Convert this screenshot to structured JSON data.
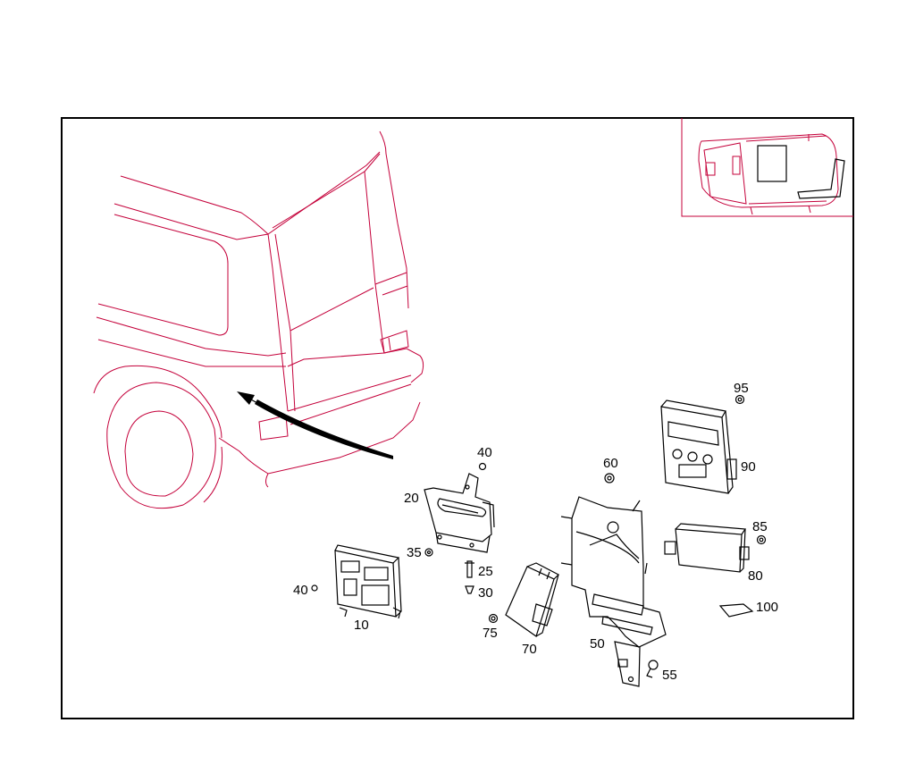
{
  "diagram": {
    "line_color": "#c4003a",
    "frame_color": "#000000",
    "labels": [
      {
        "id": "p10",
        "text": "10"
      },
      {
        "id": "p20",
        "text": "20"
      },
      {
        "id": "p25",
        "text": "25"
      },
      {
        "id": "p30",
        "text": "30"
      },
      {
        "id": "p35",
        "text": "35"
      },
      {
        "id": "p40a",
        "text": "40"
      },
      {
        "id": "p40b",
        "text": "40"
      },
      {
        "id": "p50",
        "text": "50"
      },
      {
        "id": "p55",
        "text": "55"
      },
      {
        "id": "p60",
        "text": "60"
      },
      {
        "id": "p70",
        "text": "70"
      },
      {
        "id": "p75",
        "text": "75"
      },
      {
        "id": "p80",
        "text": "80"
      },
      {
        "id": "p85",
        "text": "85"
      },
      {
        "id": "p90",
        "text": "90"
      },
      {
        "id": "p95",
        "text": "95"
      },
      {
        "id": "p100",
        "text": "100"
      }
    ]
  }
}
